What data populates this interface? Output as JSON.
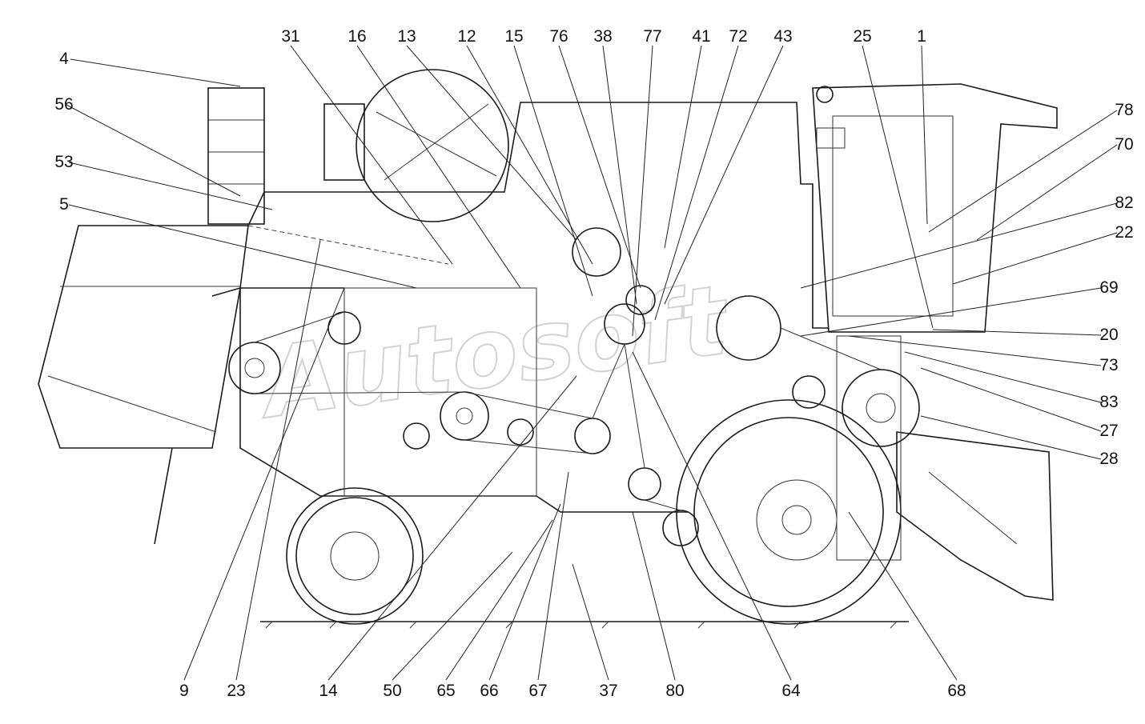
{
  "watermark": "Autosoft",
  "callouts": [
    "31",
    "16",
    "13",
    "12",
    "15",
    "76",
    "38",
    "77",
    "41",
    "72",
    "43",
    "25",
    "1",
    "4",
    "56",
    "53",
    "5",
    "78",
    "70",
    "82",
    "22",
    "69",
    "20",
    "73",
    "83",
    "27",
    "28",
    "9",
    "23",
    "14",
    "50",
    "65",
    "66",
    "67",
    "37",
    "80",
    "64",
    "68"
  ]
}
